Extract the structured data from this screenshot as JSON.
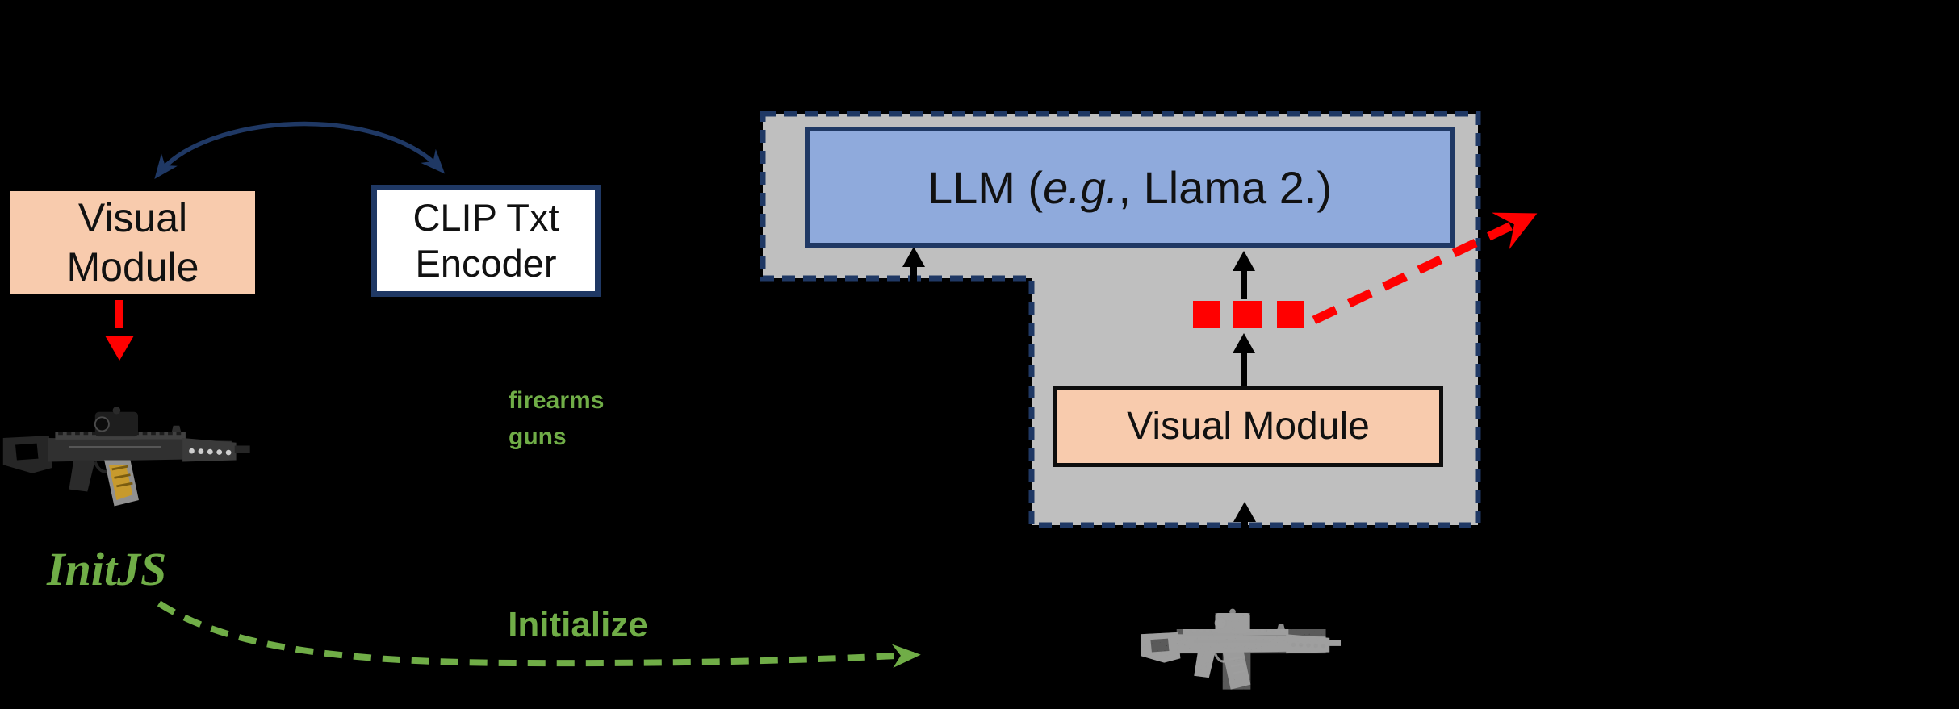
{
  "figure": {
    "background_color": "#000000",
    "colors": {
      "peach_box": "#f8cbad",
      "blue_box": "#8faadc",
      "navy_border": "#1f3864",
      "gray_region": "#bfbfbf",
      "green_text": "#70ad47",
      "red_accent": "#ff0000",
      "box_text": "#111111",
      "white_box": "#ffffff"
    },
    "clip_pipeline": {
      "visual_module_label": "Visual\nModule",
      "clip_encoder_label": "CLIP Txt\nEncoder",
      "keywords": [
        "firearms",
        "guns"
      ],
      "init_method_label": "InitJS",
      "initialize_label": "Initialize"
    },
    "mllm_pipeline": {
      "llm_label_prefix": "LLM (",
      "llm_label_italic": "e.g.",
      "llm_label_suffix": ", Llama 2.)",
      "visual_module_label": "Visual Module",
      "embedding_token_count": 3
    },
    "images": {
      "left_image": "assault-rifle",
      "bottom_image": "adversarial-noisy-assault-rifle"
    }
  }
}
